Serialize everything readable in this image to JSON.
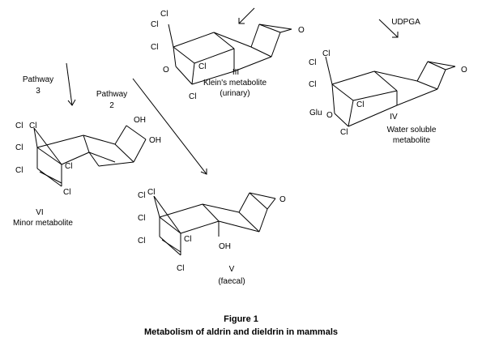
{
  "labels": {
    "pathway3_line1": "Pathway",
    "pathway3_line2": "3",
    "pathway2_line1": "Pathway",
    "pathway2_line2": "2",
    "udpga": "UDPGA"
  },
  "compounds": {
    "III": {
      "numeral": "III",
      "name": "Klein's metabolite",
      "note": "(urinary)",
      "atoms": [
        "Cl",
        "Cl",
        "Cl",
        "O",
        "Cl",
        "Cl",
        "O"
      ]
    },
    "IV": {
      "numeral": "IV",
      "name": "Water soluble",
      "note": "metabolite",
      "atoms": [
        "Cl",
        "Cl",
        "Cl",
        "Glu",
        "O",
        "Cl",
        "Cl",
        "O"
      ]
    },
    "VI": {
      "numeral": "VI",
      "name": "Minor metabolite",
      "atoms": [
        "Cl",
        "Cl",
        "Cl",
        "Cl",
        "Cl",
        "Cl",
        "OH",
        "OH"
      ]
    },
    "V": {
      "numeral": "V",
      "note": "(faecal)",
      "atoms": [
        "Cl",
        "Cl",
        "Cl",
        "Cl",
        "Cl",
        "Cl",
        "OH",
        "O"
      ]
    }
  },
  "figure": {
    "title": "Figure  1",
    "subtitle": "Metabolism of aldrin and dieldrin in mammals"
  }
}
